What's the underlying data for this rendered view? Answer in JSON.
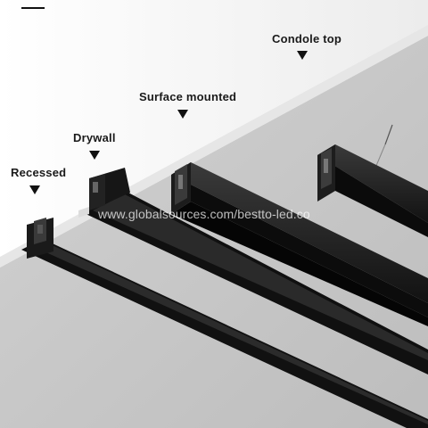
{
  "labels": {
    "recessed": "Recessed",
    "drywall": "Drywall",
    "surface_mounted": "Surface mounted",
    "condole_top": "Condole top"
  },
  "watermark": "www.globalsources.com/bestto-led.co",
  "colors": {
    "ceiling": "#c8c8c8",
    "wall": "#f4f4f4",
    "profile": "#151515",
    "label_text": "#1a1a1a"
  }
}
